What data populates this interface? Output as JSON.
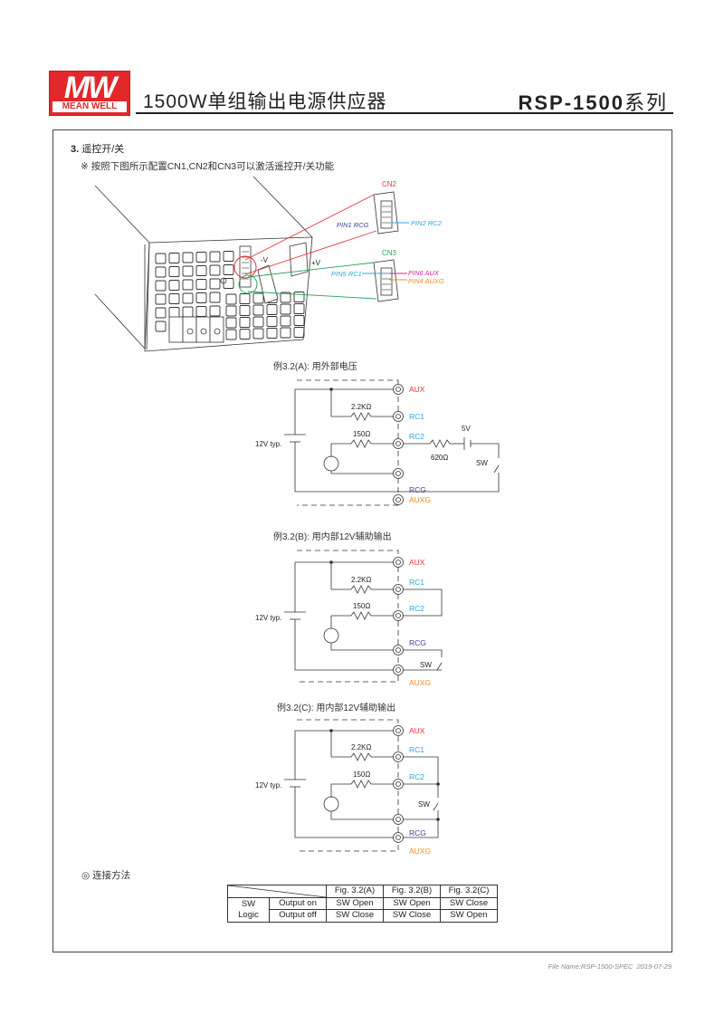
{
  "header": {
    "logo_mark": "MW",
    "logo_text": "MEAN WELL",
    "title": "1500W单组输出电源供应器",
    "model": "RSP-1500",
    "model_suffix": "系列"
  },
  "section": {
    "number": "3.",
    "title": "遥控开/关",
    "note": "※ 按照下图所示配置CN1,CN2和CN3可以激活遥控开/关功能"
  },
  "device_diagram": {
    "labels": {
      "minus_v": "-V",
      "plus_v": "+V",
      "cn2": "CN2",
      "cn3": "CN3",
      "pin1": "PIN1 RCG",
      "pin2": "PIN2 RC2",
      "pin5": "PIN5 RC1",
      "pin6": "PIN6 AUX",
      "pin4": "PIN4 AUXG"
    },
    "colors": {
      "cn2": "#e8333a",
      "cn3": "#2aa35a",
      "rcg": "#3b3f98",
      "rc": "#2aa7dc",
      "aux": "#d6249f",
      "auxg": "#f08a24"
    }
  },
  "figures": [
    {
      "caption": "例3.2(A): 用外部电压",
      "supply": "12V typ.",
      "r1": "2.2KΩ",
      "r2": "150Ω",
      "r3": "620Ω",
      "ext_v": "5V",
      "switch": "SW",
      "terminals": [
        "AUX",
        "RC1",
        "RC2",
        "RCG",
        "AUXG"
      ]
    },
    {
      "caption": "例3.2(B): 用内部12V辅助输出",
      "supply": "12V typ.",
      "r1": "2.2KΩ",
      "r2": "150Ω",
      "switch": "SW",
      "terminals": [
        "AUX",
        "RC1",
        "RC2",
        "RCG",
        "AUXG"
      ]
    },
    {
      "caption": "例3.2(C): 用内部12V辅助输出",
      "supply": "12V typ.",
      "r1": "2.2KΩ",
      "r2": "150Ω",
      "switch": "SW",
      "terminals": [
        "AUX",
        "RC1",
        "RC2",
        "RCG",
        "AUXG"
      ]
    }
  ],
  "terminal_colors": {
    "AUX": "#e8333a",
    "RC1": "#2aa7dc",
    "RC2": "#2aa7dc",
    "RCG": "#3b3f98",
    "AUXG": "#f08a24"
  },
  "connect": {
    "title": "◎ 连接方法",
    "table": {
      "headers": [
        "Fig. 3.2(A)",
        "Fig. 3.2(B)",
        "Fig. 3.2(C)"
      ],
      "row_group": "SW Logic",
      "rows": [
        {
          "label": "Output on",
          "values": [
            "SW Open",
            "SW Open",
            "SW Close"
          ]
        },
        {
          "label": "Output off",
          "values": [
            "SW Close",
            "SW Close",
            "SW Open"
          ]
        }
      ]
    }
  },
  "footer": {
    "file_name": "File Name:RSP-1500-SPEC",
    "date": "2019-07-29"
  }
}
